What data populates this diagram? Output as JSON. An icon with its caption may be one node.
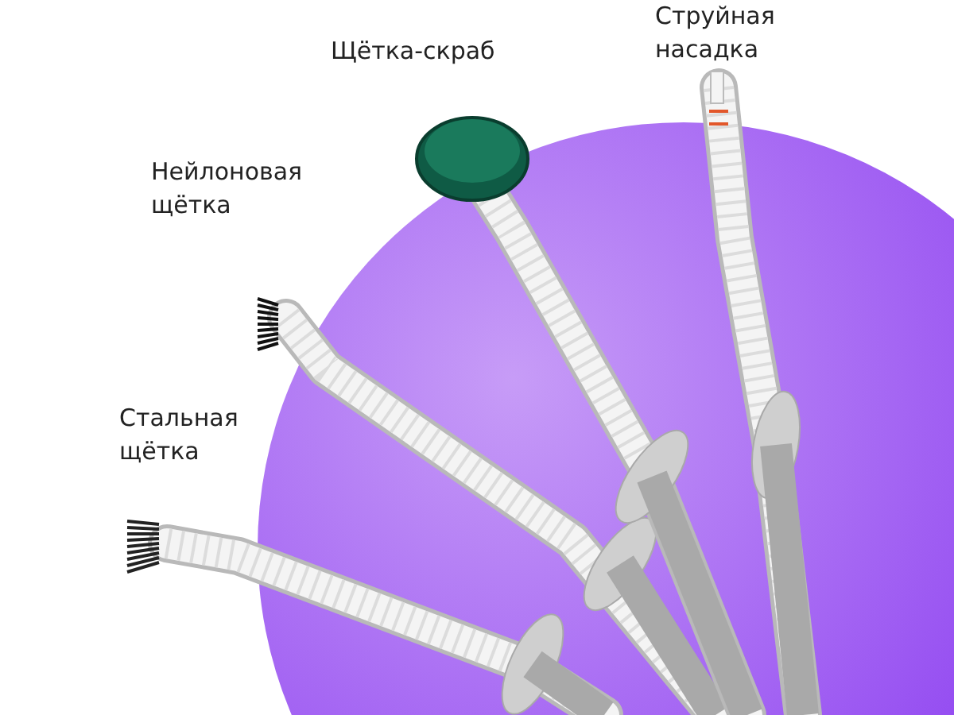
{
  "diagram": {
    "labels": [
      "Струйная насадка",
      "Щётка-скраб",
      "Нейлоновая щётка",
      "Стальная щётка"
    ]
  }
}
